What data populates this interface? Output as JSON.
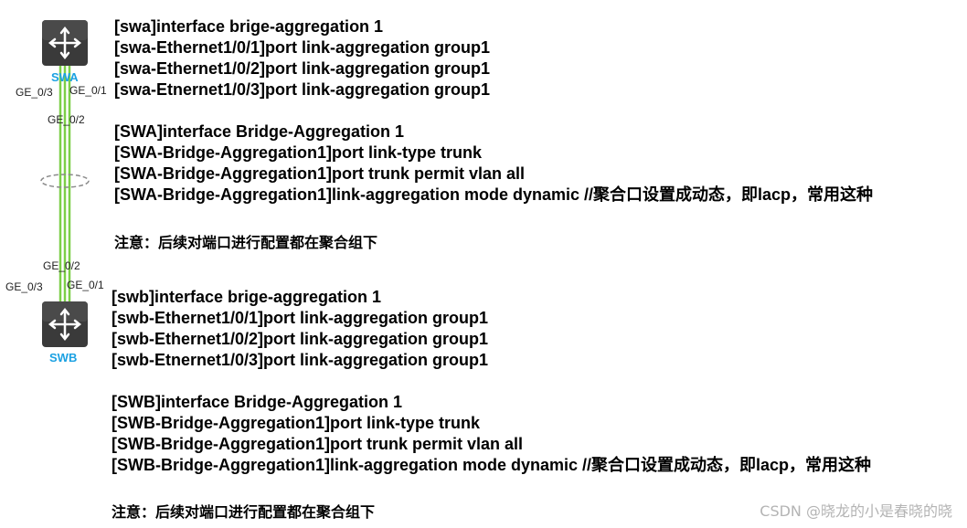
{
  "topology": {
    "top_switch": {
      "label": "SWA",
      "icon": "switch-icon"
    },
    "bottom_switch": {
      "label": "SWB",
      "icon": "switch-icon"
    },
    "link_color": "#7ccf48",
    "top_ports": {
      "left": "GE_0/3",
      "right": "GE_0/1",
      "middle": "GE_0/2"
    },
    "bottom_ports": {
      "middle": "GE_0/2",
      "left": "GE_0/3",
      "right": "GE_0/1"
    }
  },
  "swa": {
    "agg_lines": [
      "[swa]interface brige-aggregation 1",
      "[swa-Ethernet1/0/1]port  link-aggregation group1",
      "[swa-Ethernet1/0/2]port  link-aggregation group1",
      "[swa-Etnernet1/0/3]port  link-aggregation group1"
    ],
    "bridge_lines": [
      "[SWA]interface Bridge-Aggregation 1",
      "[SWA-Bridge-Aggregation1]port link-type trunk",
      "[SWA-Bridge-Aggregation1]port trunk permit vlan all",
      "[SWA-Bridge-Aggregation1]link-aggregation mode dynamic  //聚合口设置成动态，即lacp，常用这种"
    ],
    "note": "注意：后续对端口进行配置都在聚合组下"
  },
  "swb": {
    "agg_lines": [
      "[swb]interface brige-aggregation 1",
      "[swb-Ethernet1/0/1]port  link-aggregation group1",
      "[swb-Ethernet1/0/2]port  link-aggregation group1",
      "[swb-Etnernet1/0/3]port  link-aggregation group1"
    ],
    "bridge_lines": [
      "[SWB]interface Bridge-Aggregation 1",
      "[SWB-Bridge-Aggregation1]port link-type trunk",
      "[SWB-Bridge-Aggregation1]port trunk permit vlan all",
      "[SWB-Bridge-Aggregation1]link-aggregation mode dynamic  //聚合口设置成动态，即lacp，常用这种"
    ],
    "note": "注意：后续对端口进行配置都在聚合组下"
  },
  "watermark": "CSDN @晓龙的小是春晓的晓"
}
